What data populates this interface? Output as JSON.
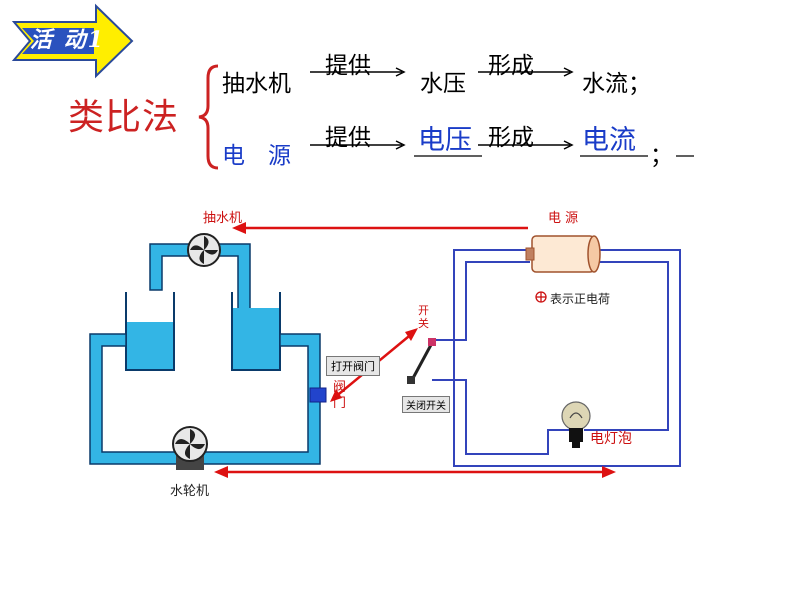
{
  "activity_banner": {
    "label": "活 动1",
    "color": "#ffee00"
  },
  "method_label": "类比法",
  "row1": {
    "source": "抽水机",
    "verb1": "提供",
    "middle": "水压",
    "verb2": "形成",
    "end": "水流；"
  },
  "row2": {
    "source": "电　源",
    "verb1": "提供",
    "middle": "电压",
    "verb2": "形成",
    "end": "电流",
    "punct": "；"
  },
  "water_circuit": {
    "pump_label": "抽水机",
    "turbine_label": "水轮机",
    "valve_label": "阀门",
    "open_valve_button": "打开阀门"
  },
  "electric_circuit": {
    "source_label": "电 源",
    "positive_charge_note": "表示正电荷",
    "switch_label": "开关",
    "bulb_label": "电灯泡",
    "close_switch_button": "关闭开关"
  },
  "colors": {
    "water": "#33b5e5",
    "wire": "#3344bb",
    "arrow": "#dd1111",
    "accent_red": "#cc2222",
    "blue_text": "#1a3cc8"
  }
}
